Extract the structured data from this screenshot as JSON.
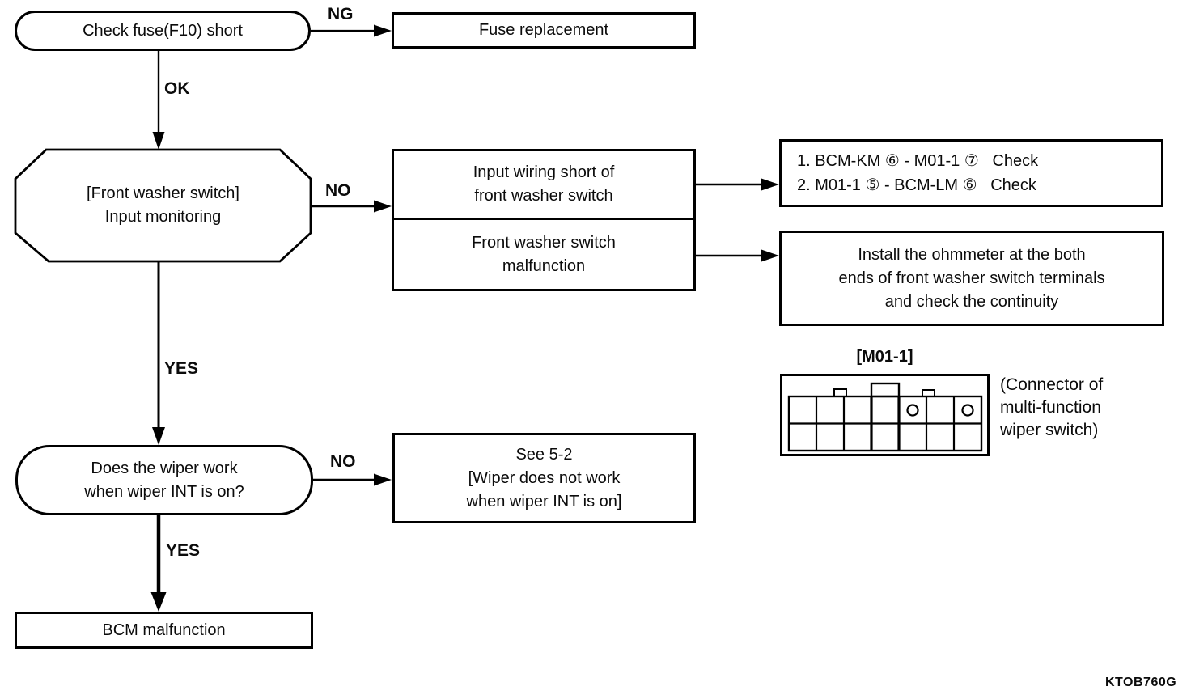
{
  "diagram_code": "KTOB760G",
  "labels": {
    "ng": "NG",
    "ok": "OK",
    "no_washer": "NO",
    "yes_washer": "YES",
    "no_wiper": "NO",
    "yes_wiper": "YES"
  },
  "nodes": {
    "check_fuse": "Check fuse(F10) short",
    "fuse_replacement": "Fuse replacement",
    "front_washer_monitoring": "[Front washer switch]\nInput monitoring",
    "input_wiring_short": "Input wiring short of\nfront washer switch",
    "washer_switch_malfunction": "Front washer switch\nmalfunction",
    "check_step_1": "1. BCM-KM ⑥ - M01-1 ⑦   Check",
    "check_step_2": "2. M01-1 ⑤ - BCM-LM ⑥   Check",
    "install_ohmmeter": "Install the ohmmeter at the both\nends of front washer switch terminals\nand check the continuity",
    "wiper_int_question": "Does the wiper work\nwhen wiper INT is on?",
    "see_5_2": "See 5-2\n[Wiper does not work\nwhen wiper INT is on]",
    "bcm_malfunction": "BCM malfunction"
  },
  "connector": {
    "title": "[M01-1]",
    "caption": "(Connector of\nmulti-function\nwiper switch)",
    "rows": 2,
    "columns": 7,
    "pin_circle_columns_top_row": [
      5,
      7
    ]
  },
  "colors": {
    "line": "#000000",
    "background": "#ffffff",
    "text": "#0b0b0b"
  }
}
